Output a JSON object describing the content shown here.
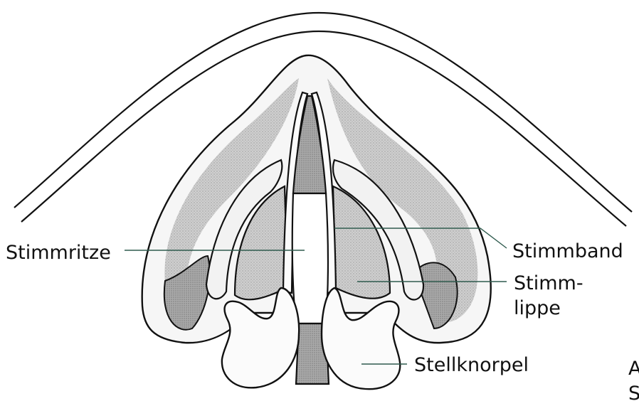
{
  "diagram": {
    "labels": {
      "stimmritze": "Stimmritze",
      "stimmband": "Stimmband",
      "stimmlippe_line1": "Stimm-",
      "stimmlippe_line2": "lippe",
      "stellknorpel": "Stellknorpel"
    },
    "edge_fragments": {
      "top": "A",
      "bottom": "S"
    },
    "colors": {
      "outline": "#111111",
      "fill_light": "#f4f4f4",
      "fill_shade": "#c9c9c9",
      "fill_dark": "#a6a6a6",
      "leader_stimmritze": "#2f5b4e",
      "leader_stimmband": "#2f5b4e",
      "leader_stimmlippe": "#2f5b4e",
      "leader_stellknorpel": "#2f5b4e"
    }
  }
}
